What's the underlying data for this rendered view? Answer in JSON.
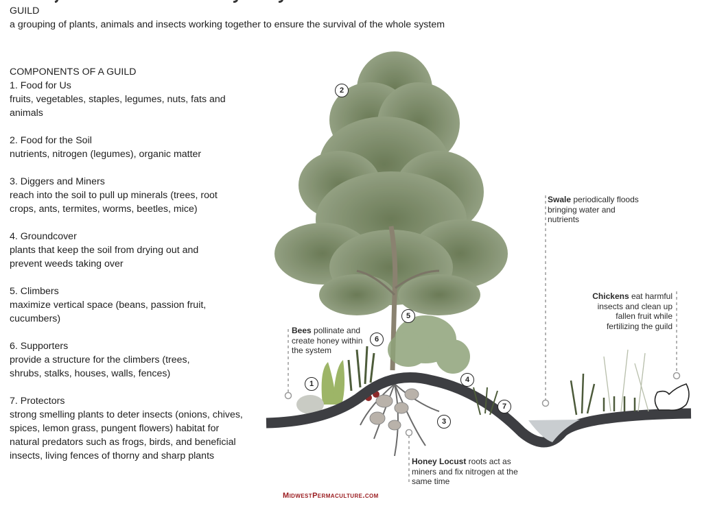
{
  "header": {
    "cropped_title_note": "",
    "guild_term": "GUILD",
    "guild_definition": "a grouping of plants, animals and insects working together to ensure the survival of the whole system"
  },
  "components": {
    "heading": "COMPONENTS OF A GUILD",
    "items": [
      {
        "name": "1. Food for Us",
        "desc": "fruits, vegetables, staples, legumes, nuts, fats and animals"
      },
      {
        "name": "2. Food for the Soil",
        "desc": "nutrients, nitrogen (legumes), organic matter"
      },
      {
        "name": "3. Diggers and Miners",
        "desc": "reach into the soil to pull up minerals (trees, root crops, ants, termites, worms, beetles, mice)"
      },
      {
        "name": "4. Groundcover",
        "desc": "plants that keep the soil from drying out and prevent weeds taking over"
      },
      {
        "name": "5. Climbers",
        "desc": "maximize vertical space (beans, passion fruit, cucumbers)"
      },
      {
        "name": "6. Supporters",
        "desc": "provide a structure for the climbers (trees, shrubs, stalks, houses, walls, fences)"
      },
      {
        "name": "7. Protectors",
        "desc": "strong smelling plants to deter insects (onions, chives, spices, lemon grass, pungent flowers) habitat for natural predators such as frogs, birds, and beneficial insects, living fences of thorny and sharp plants"
      }
    ]
  },
  "diagram": {
    "markers": [
      "1",
      "2",
      "3",
      "4",
      "5",
      "6",
      "7"
    ],
    "annotations": {
      "swale": {
        "bold": "Swale",
        "rest": " periodically floods bringing water and nutrients"
      },
      "chickens": {
        "bold": "Chickens",
        "rest": " eat harmful insects and clean up fallen fruit while fertilizing the guild"
      },
      "bees": {
        "bold": "Bees",
        "rest": " pollinate and create honey within the system"
      },
      "honey_locust": {
        "bold": "Honey Locust",
        "rest": " roots act as miners and fix nitrogen at the same time"
      }
    },
    "colors": {
      "ground": "#3d3e42",
      "foliage": "#6f7f5a",
      "foliage_dark": "#5a6b48",
      "water": "#c9cdd0",
      "callout_line": "#9a9a9a"
    }
  },
  "footer": {
    "site": "MidwestPermaculture.com",
    "color": "#9a1b1f"
  }
}
